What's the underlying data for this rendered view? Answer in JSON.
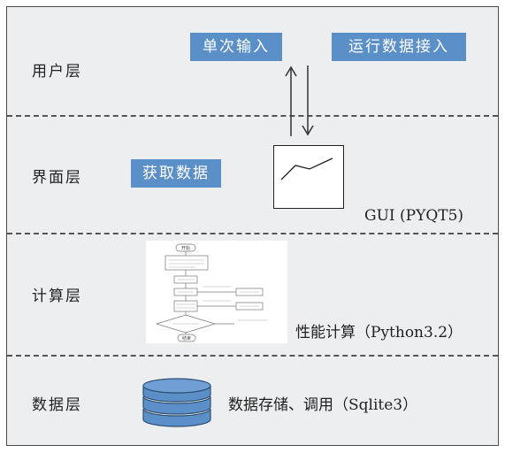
{
  "layers": {
    "user": "用户层",
    "interface": "界面层",
    "compute": "计算层",
    "data": "数据层"
  },
  "user_layer": {
    "single_input": "单次输入",
    "run_data_access": "运行数据接入"
  },
  "interface_layer": {
    "get_data": "获取数据",
    "gui_label": "GUI (PYQT5)"
  },
  "compute_layer": {
    "caption": "性能计算（Python3.2）",
    "flow_start": "开始",
    "flow_end": "结束"
  },
  "data_layer": {
    "caption": "数据存储、调用（Sqlite3）"
  },
  "colors": {
    "button_fill": "#5b8fc7",
    "background": "#eceef0"
  }
}
